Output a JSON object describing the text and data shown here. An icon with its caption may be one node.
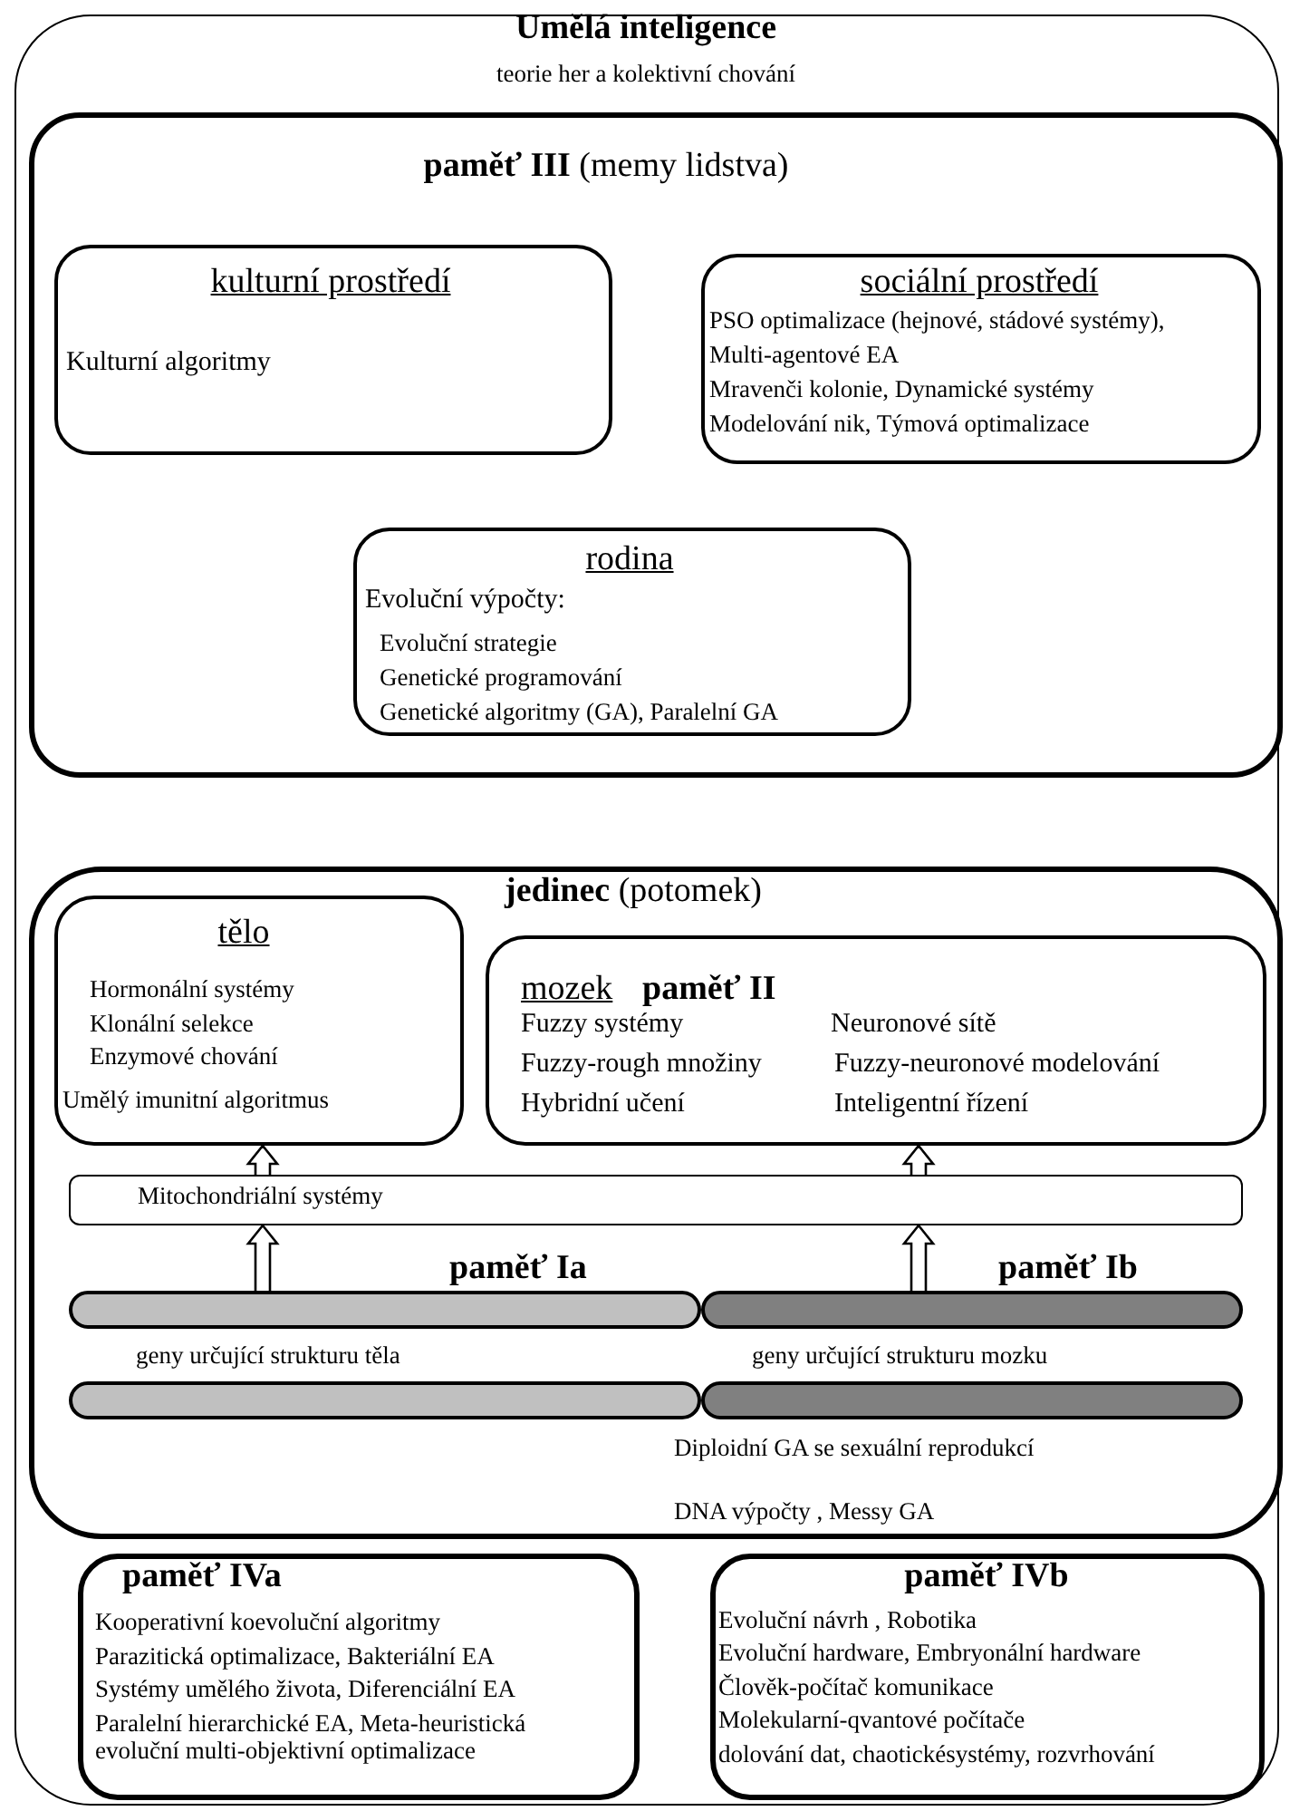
{
  "diagram": {
    "nodes": [
      {
        "text": [
          "Umělá inteligence",
          "teorie her a kolektivní chování"
        ]
      },
      {
        "text": [
          "**paměť III** (memy lidstva)"
        ],
        "in": 0
      },
      {
        "text": [
          "kulturní prostředí",
          "Kulturní algoritmy"
        ],
        "in": 1
      },
      {
        "text": [
          "sociální prostředí",
          "PSO optimalizace (hejnové, stádové systémy),",
          "Multi-agentové EA",
          "Mravenči kolonie, Dynamické systémy",
          "Modelování nik, Týmová optimalizace"
        ],
        "in": 1
      },
      {
        "text": [
          "rodina",
          "Evoluční výpočty:",
          "Evoluční strategie",
          "Genetické programování",
          "Genetické algoritmy (GA), Paralelní GA"
        ],
        "in": 1
      },
      {
        "text": [
          "**jedinec** (potomek)"
        ],
        "in": 0
      },
      {
        "text": [
          "tělo",
          "Hormonální systémy",
          "Klonální selekce",
          "Enzymové chování",
          "Umělý imunitní algoritmus"
        ],
        "in": 5
      },
      {
        "text": [
          "mozek",
          "paměť II",
          "Fuzzy systémy",
          "Neuronové sítě",
          "Fuzzy-rough množiny",
          "Fuzzy-neuronové modelování",
          "Hybridní učení",
          "Inteligentní řízení"
        ],
        "in": 5
      },
      {
        "text": [
          "Mitochondriální systémy"
        ],
        "in": 5
      },
      {
        "text": [],
        "shape": "bar",
        "in": 5,
        "beside": [
          "paměť Ia"
        ]
      },
      {
        "text": [],
        "shape": "bar",
        "in": 5,
        "beside": [
          "paměť Ib"
        ]
      },
      {
        "text": [],
        "shape": "bar",
        "in": 5
      },
      {
        "text": [],
        "shape": "bar",
        "in": 5
      },
      {
        "text": [
          "paměť IVa",
          "Kooperativní koevoluční algoritmy",
          "Parazitická optimalizace, Bakteriální EA",
          "Systémy umělého života, Diferenciální EA",
          "Paralelní hierarchické EA, Meta-heuristická evoluční multi-objektivní optimalizace"
        ],
        "in": 0
      },
      {
        "text": [
          "paměť IVb",
          "Evoluční návrh , Robotika",
          "Evoluční hardware, Embryonální hardware",
          "Člověk-počítač komunikace",
          "Molekularní-qvantové počítače",
          "dolování dat, chaotickésystémy, rozvrhování"
        ],
        "in": 0
      }
    ],
    "edges": [
      {
        "from": 9,
        "to": 8,
        "arrow": "to"
      },
      {
        "from": 10,
        "to": 8,
        "arrow": "to"
      },
      {
        "from": 8,
        "to": 6,
        "arrow": "to"
      },
      {
        "from": 8,
        "to": 7,
        "arrow": "to"
      }
    ],
    "labels": [
      "geny určující strukturu těla",
      "geny určující strukturu mozku",
      "Diploidní GA se sexuální reprodukcí",
      "DNA výpočty , Messy GA"
    ]
  }
}
